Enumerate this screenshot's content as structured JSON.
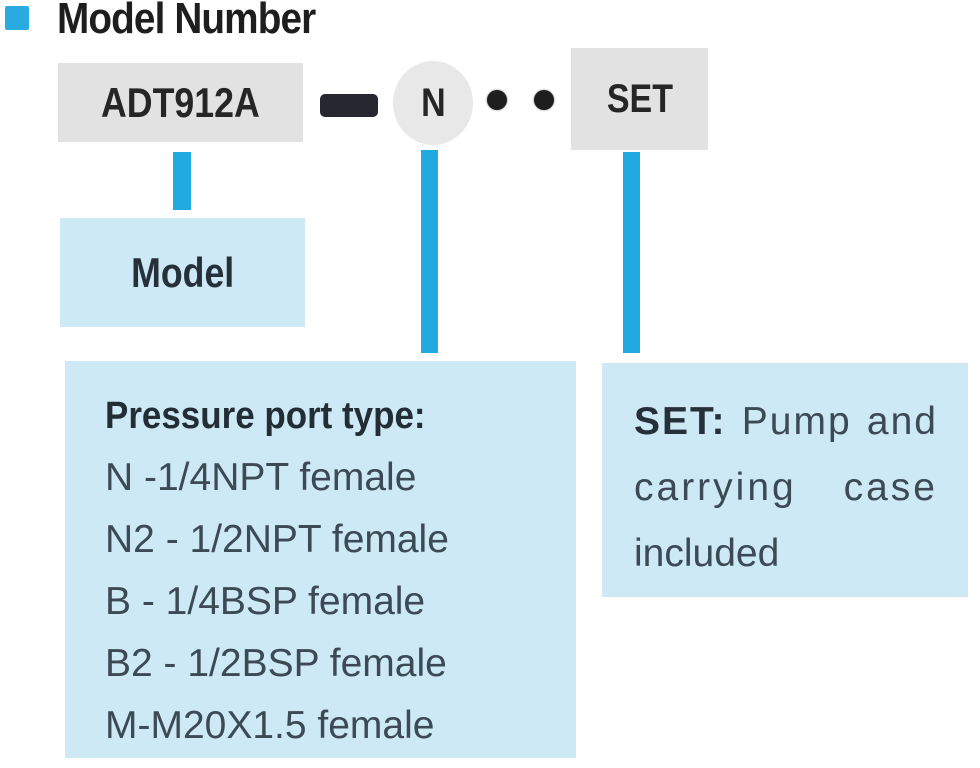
{
  "header": {
    "title": "Model Number"
  },
  "code_row": {
    "model_code": "ADT912A",
    "separator_dash": "-",
    "port_code": "N",
    "separator_dots": "• •",
    "set_code": "SET"
  },
  "model_label": {
    "text": "Model"
  },
  "pressure_panel": {
    "heading": "Pressure port type:",
    "options": [
      "N -1/4NPT female",
      "N2 - 1/2NPT female",
      "B - 1/4BSP female",
      "B2 - 1/2BSP female",
      "M-M20X1.5 female"
    ]
  },
  "set_panel": {
    "line1": {
      "label": "SET:",
      "word1": "Pump",
      "word2": "and"
    },
    "line2": {
      "word1": "carrying",
      "word2": "case"
    },
    "line3": "included"
  },
  "colors": {
    "accent_cyan": "#21aae2",
    "bullet_cyan": "#29abe2",
    "light_blue_panel": "#cde9f6",
    "gray_box": "#e2e2e2",
    "circle_gray": "#e8e8e8",
    "dash_dark": "#27272f",
    "heading_text": "#1e1e1e",
    "body_text": "#3b4a55"
  }
}
